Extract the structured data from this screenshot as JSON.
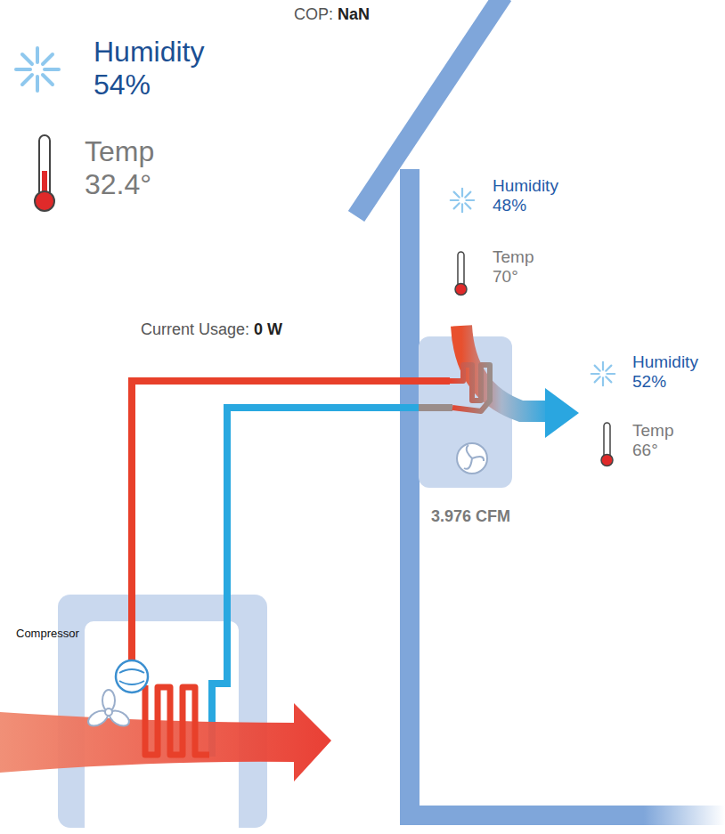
{
  "diagram": {
    "nodes": [
      {
        "text": [
          "Compressor"
        ]
      },
      {
        "text": [
          "3.976 CFM"
        ]
      }
    ],
    "edges": [
      {
        "from": 0,
        "to": 1,
        "arrow": "none"
      },
      {
        "from": 0,
        "to": 1,
        "arrow": "none"
      }
    ],
    "labels": [
      "COP:",
      "NaN",
      "Humidity 54%",
      "Temp 32.4°",
      "Current Usage:",
      "0 W",
      "Humidity 48%",
      "Temp 70°",
      "Humidity 52%",
      "Temp 66°"
    ]
  }
}
